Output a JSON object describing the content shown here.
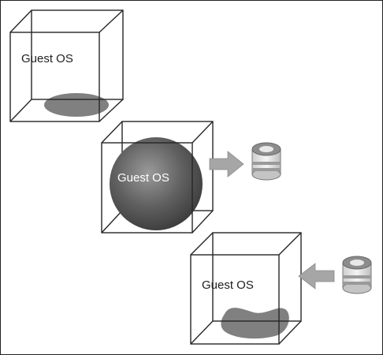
{
  "diagram": {
    "boxes": [
      {
        "label": "Guest OS",
        "content": "flat-disk"
      },
      {
        "label": "Guest OS",
        "content": "sphere"
      },
      {
        "label": "Guest OS",
        "content": "deformed-blob"
      }
    ],
    "arrows": [
      {
        "direction": "right",
        "from": "box-2",
        "to": "storage-1"
      },
      {
        "direction": "left",
        "from": "storage-2",
        "to": "box-3"
      }
    ],
    "storage": [
      {
        "icon": "database-icon"
      },
      {
        "icon": "database-icon"
      }
    ],
    "colors": {
      "edge": "#262626",
      "disk": "#808080",
      "sphere_light": "#9a9a9a",
      "sphere_dark": "#404040",
      "arrow": "#a6a6a6",
      "db_ring": "#8c8c8c"
    }
  }
}
